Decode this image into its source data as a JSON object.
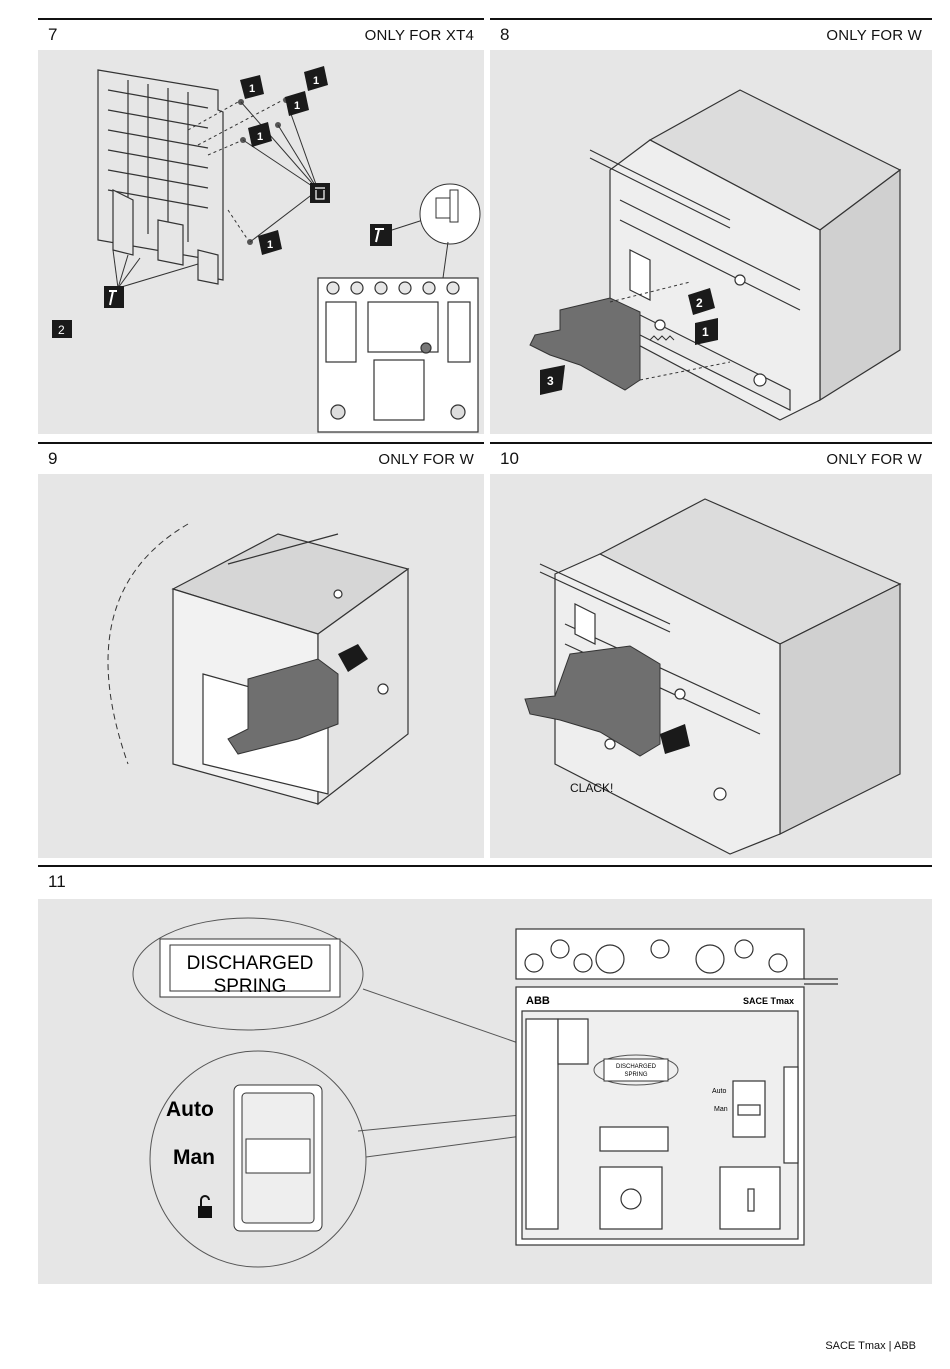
{
  "panels": [
    {
      "number": "7",
      "tag": "ONLY FOR XT4"
    },
    {
      "number": "8",
      "tag": "ONLY FOR W"
    },
    {
      "number": "9",
      "tag": "ONLY FOR W"
    },
    {
      "number": "10",
      "tag": "ONLY FOR W"
    },
    {
      "number": "11",
      "tag": ""
    }
  ],
  "fig7": {
    "badges": [
      "1",
      "1",
      "1",
      "1",
      "1"
    ],
    "step": "2"
  },
  "fig8": {
    "badges": [
      "1",
      "2",
      "3"
    ]
  },
  "fig10": {
    "caption": "CLACK!"
  },
  "fig11": {
    "label_line1": "DISCHARGED",
    "label_line2": "SPRING",
    "mode_auto": "Auto",
    "mode_man": "Man",
    "brand": "ABB",
    "product": "SACE Tmax"
  },
  "footer": "SACE Tmax | ABB",
  "colors": {
    "figure_bg": "#e6e6e6",
    "part_dark": "#6f6f6f",
    "badge": "#1a1a1a"
  }
}
